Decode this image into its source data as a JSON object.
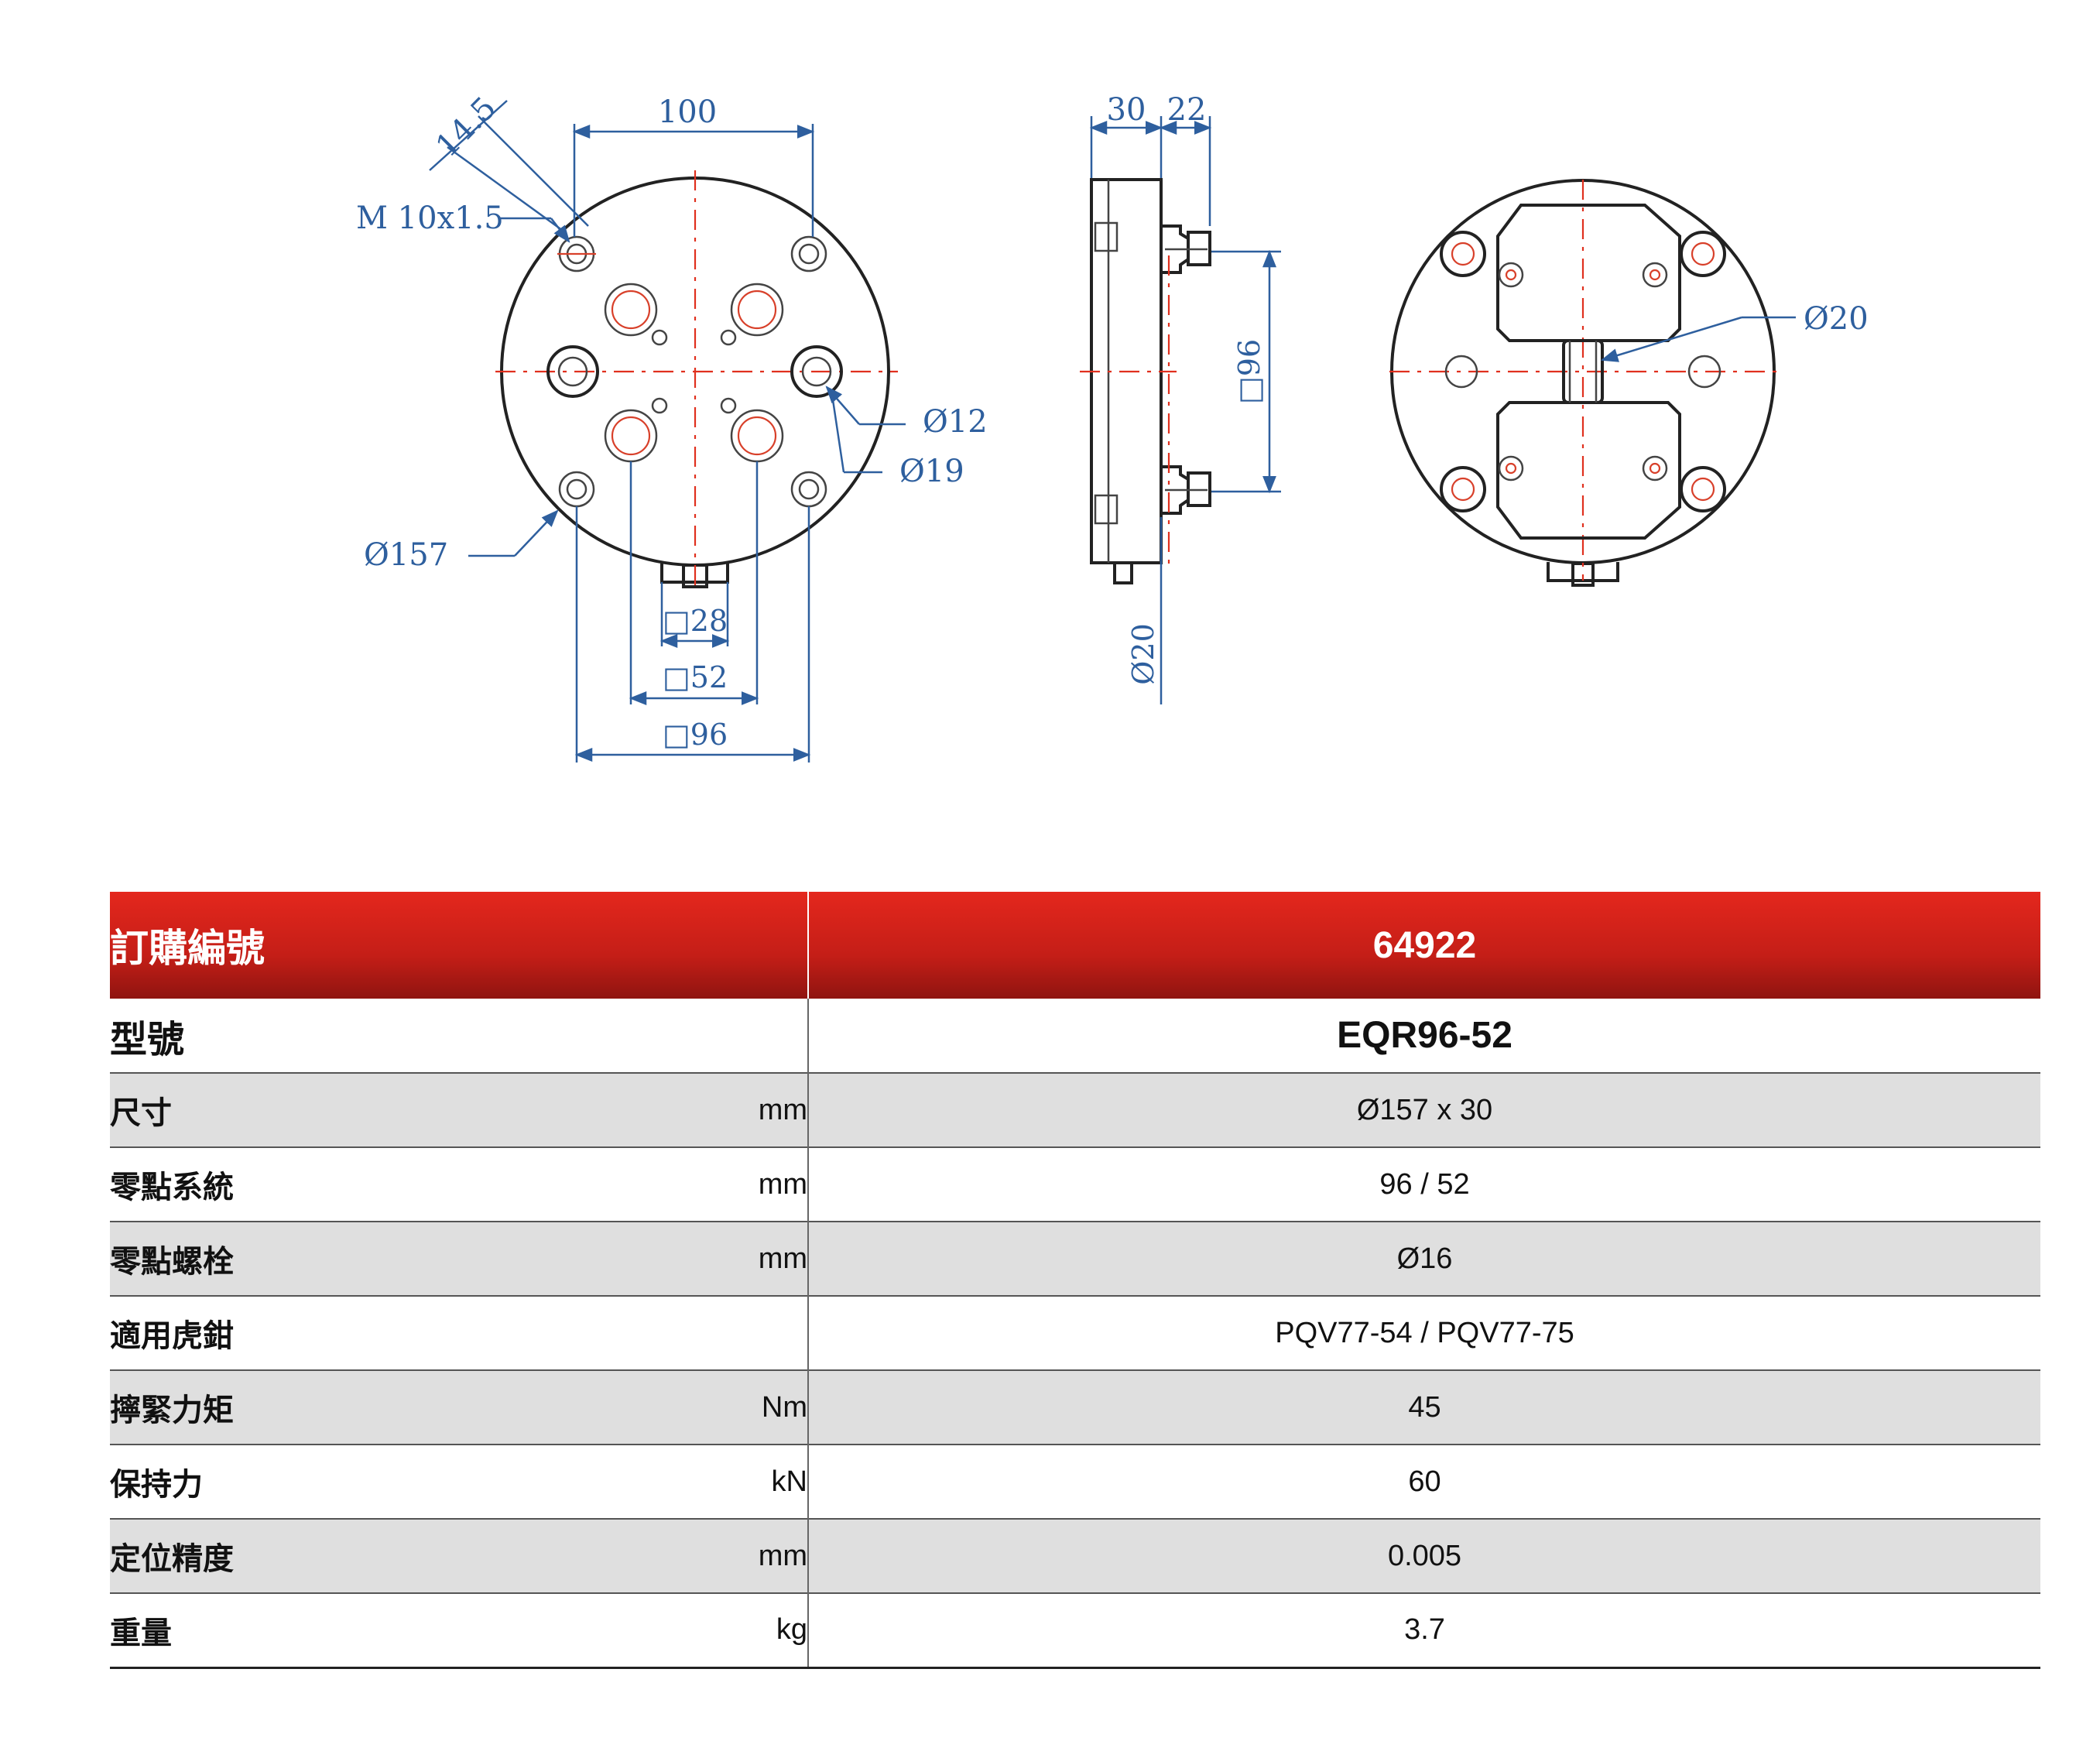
{
  "drawing": {
    "front": {
      "top_dim": "100",
      "angle_dim": "14.5",
      "thread_a": "M 10",
      "thread_b": "x1.5",
      "hole_small": "Ø12",
      "hole_large": "Ø19",
      "outer_dia": "Ø157",
      "sq_inner": "□28",
      "sq_mid": "□52",
      "sq_outer": "□96"
    },
    "side": {
      "thickness": "30",
      "pin_length": "22",
      "pin_spacing": "□96",
      "pin_dia": "Ø20"
    },
    "back": {
      "center_dia": "Ø20"
    }
  },
  "table": {
    "order_label": "訂購編號",
    "order_value": "64922",
    "model_label": "型號",
    "model_value": "EQR96-52",
    "rows": [
      {
        "label": "尺寸",
        "unit": "mm",
        "value": "Ø157 x 30"
      },
      {
        "label": "零點系統",
        "unit": "mm",
        "value": "96 / 52"
      },
      {
        "label": "零點螺栓",
        "unit": "mm",
        "value": "Ø16"
      },
      {
        "label": "適用虎鉗",
        "unit": "",
        "value": "PQV77-54 / PQV77-75"
      },
      {
        "label": "擰緊力矩",
        "unit": "Nm",
        "value": "45"
      },
      {
        "label": "保持力",
        "unit": "kN",
        "value": "60"
      },
      {
        "label": "定位精度",
        "unit": "mm",
        "value": "0.005"
      },
      {
        "label": "重量",
        "unit": "kg",
        "value": "3.7"
      }
    ]
  }
}
